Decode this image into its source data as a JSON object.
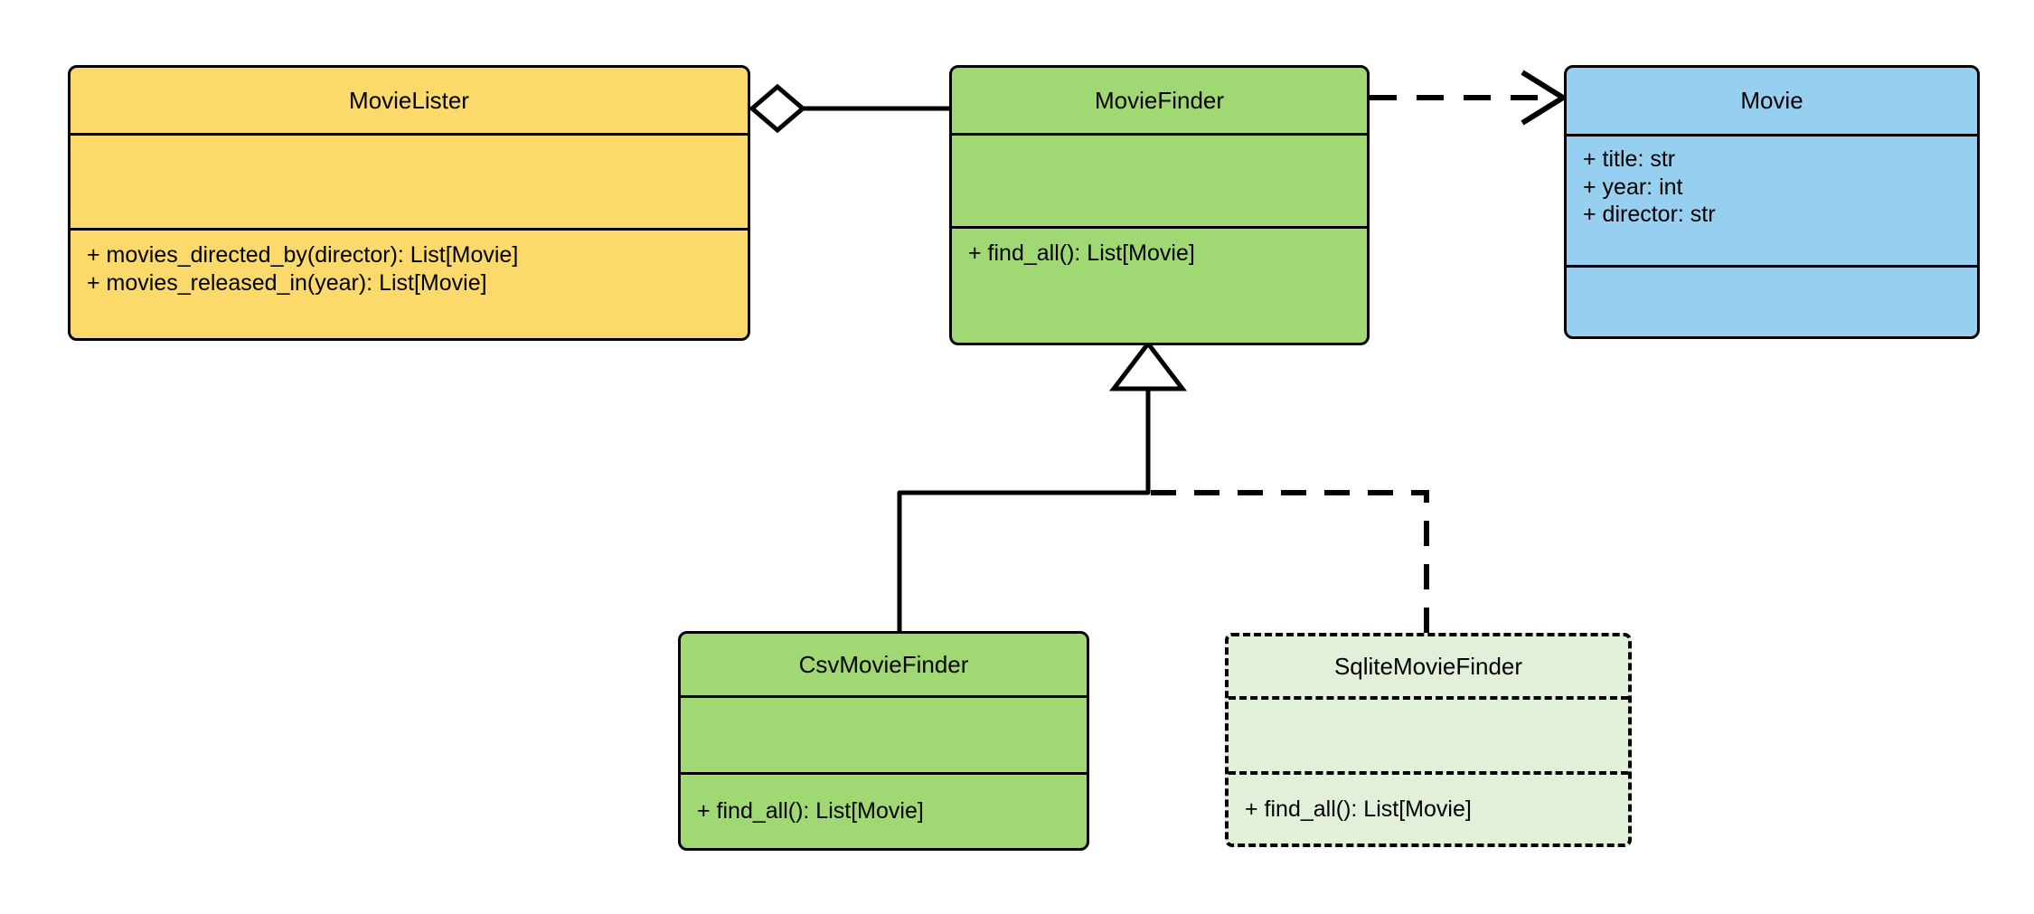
{
  "diagram": {
    "type": "uml-class-diagram",
    "title": "MovieLister dependency injection class diagram",
    "background": "#ffffff",
    "line_color": "#000000"
  },
  "palette": {
    "yellow_fill": "#FBD96A",
    "green_fill": "#A0D873",
    "blue_fill": "#97CFF0",
    "light_green_fill": "#E2F0D9",
    "stroke": "#000000"
  },
  "classes": [
    {
      "id": "movie-lister",
      "name": "MovieLister",
      "fill": "#FBD96A",
      "border_style": "solid",
      "attributes": [],
      "methods": [
        "+ movies_directed_by(director): List[Movie]",
        "+ movies_released_in(year): List[Movie]"
      ]
    },
    {
      "id": "movie-finder",
      "name": "MovieFinder",
      "fill": "#A0D873",
      "border_style": "solid",
      "attributes": [],
      "methods": [
        "+ find_all(): List[Movie]"
      ]
    },
    {
      "id": "movie",
      "name": "Movie",
      "fill": "#97CFF0",
      "border_style": "solid",
      "attributes": [
        "+ title: str",
        "+ year: int",
        "+ director: str"
      ],
      "methods": []
    },
    {
      "id": "csv-movie-finder",
      "name": "CsvMovieFinder",
      "fill": "#A0D873",
      "border_style": "solid",
      "attributes": [],
      "methods": [
        "+ find_all(): List[Movie]"
      ]
    },
    {
      "id": "sqlite-movie-finder",
      "name": "SqliteMovieFinder",
      "fill": "#E2F0D9",
      "border_style": "dashed",
      "attributes": [],
      "methods": [
        "+ find_all(): List[Movie]"
      ]
    }
  ],
  "relationships": [
    {
      "id": "aggregation-lister-finder",
      "kind": "aggregation",
      "source": "MovieLister",
      "target": "MovieFinder",
      "line_style": "solid",
      "marker": "hollow-diamond"
    },
    {
      "id": "dependency-finder-movie",
      "kind": "dependency",
      "source": "MovieFinder",
      "target": "Movie",
      "line_style": "dashed",
      "marker": "open-arrow"
    },
    {
      "id": "inheritance-csv-finder",
      "kind": "generalization",
      "source": "CsvMovieFinder",
      "target": "MovieFinder",
      "line_style": "solid",
      "marker": "hollow-triangle"
    },
    {
      "id": "inheritance-sqlite-finder",
      "kind": "generalization",
      "source": "SqliteMovieFinder",
      "target": "MovieFinder",
      "line_style": "dashed",
      "marker": "hollow-triangle"
    }
  ]
}
